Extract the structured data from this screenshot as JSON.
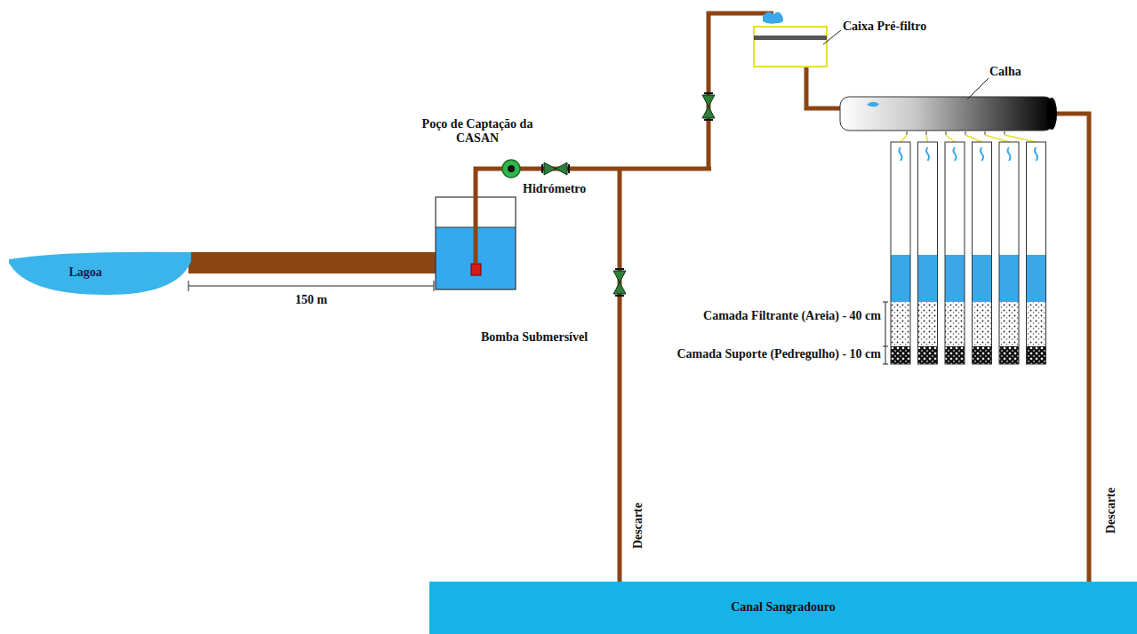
{
  "diagram": {
    "nodes": [
      {
        "text": [
          "Lagoa"
        ]
      },
      {
        "text": [
          "Canal Sangradouro"
        ]
      }
    ],
    "labels": [
      "Poço de Captação da CASAN",
      "Hidrómetro",
      "Bomba Submersível",
      "150 m",
      "Caixa Pré-filtro",
      "Calha",
      "Camada Filtrante (Areia) - 40 cm",
      "Camada Suporte (Pedregulho) - 10 cm",
      "Descarte",
      "Descarte"
    ]
  }
}
